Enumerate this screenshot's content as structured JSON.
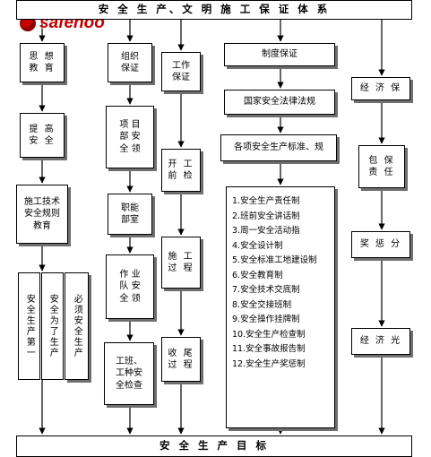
{
  "header": {
    "title": "安 全 生 产、文 明 施 工 保 证 体 系"
  },
  "watermark": {
    "text": "safehoo",
    "color": "#c40000"
  },
  "footer": {
    "goal": "安 全 生 产 目 标"
  },
  "nodes": {
    "sixiang_jiaoyu": "思 想\n教 育",
    "tigao_anquan": "提 高\n安 全",
    "shigong_jishu": "施工技术\n安全规则\n教育",
    "anquan_diyi": "安全生产第一",
    "anquan_weile": "安全为了生产",
    "bixu_anquan": "必须安全生产",
    "zuzhi_baozheng": "组织\n保证",
    "xiangmubu": "项 目\n部 安\n全 领",
    "zhineng_bushi": "职能\n部室",
    "zuoye_dui": "作 业\n队 安\n全 领",
    "gongban_jiancha": "工班、\n工种安\n全检查",
    "gongzuo_baozheng": "工作\n保证",
    "kaigong_qianjian": "开 工\n前 检",
    "shigong_guocheng": "施 工\n过 程",
    "shouwei_guocheng": "收 尾\n过 程",
    "zhidu_baozheng": "制度保证",
    "guojia_fagui": "国家安全法律法规",
    "biaozhun_guifan": "各项安全生产标准、规",
    "jingji_bao": "经 济 保",
    "bao_gan_ze_ren": "包 保\n责 任",
    "jiang_peifen": "奖 惩 分",
    "jingji_guang": "经 济 光"
  },
  "regulations": [
    "1.安全生产责任制",
    "2.班前安全讲话制",
    "3.周一安全活动指",
    "4.安全设计制",
    "5.安全标准工地建设制",
    "6.安全教育制",
    "7.安全技术交底制",
    "8.安全交接班制",
    "9.安全操作挂牌制",
    "10.安全生产检查制",
    "11.安全事故报告制",
    "12.安全生产奖惩制"
  ]
}
